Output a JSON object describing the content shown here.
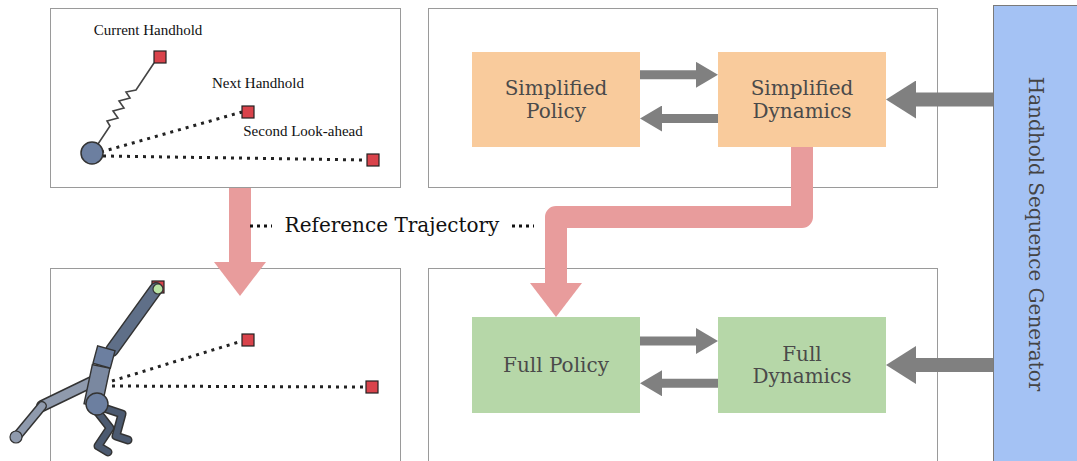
{
  "diagram": {
    "nodes": [
      {
        "text": [
          "Simplified Policy"
        ]
      },
      {
        "text": [
          "Simplified Dynamics"
        ]
      },
      {
        "text": [
          "Full Policy"
        ]
      },
      {
        "text": [
          "Full Dynamics"
        ]
      },
      {
        "text": [
          "Handhold Sequence Generator"
        ]
      }
    ],
    "edges": [
      {
        "from": 0,
        "to": 1,
        "arrow": "to"
      },
      {
        "from": 1,
        "to": 0,
        "arrow": "to"
      },
      {
        "from": 2,
        "to": 3,
        "arrow": "to"
      },
      {
        "from": 3,
        "to": 2,
        "arrow": "to"
      },
      {
        "from": 4,
        "to": 1,
        "arrow": "to"
      },
      {
        "from": 4,
        "to": 3,
        "arrow": "to"
      },
      {
        "from": 1,
        "to": 2,
        "arrow": "to"
      }
    ],
    "labels": [
      "Current Handhold",
      "Next Handhold",
      "Second Look-ahead",
      "Reference Trajectory"
    ]
  }
}
